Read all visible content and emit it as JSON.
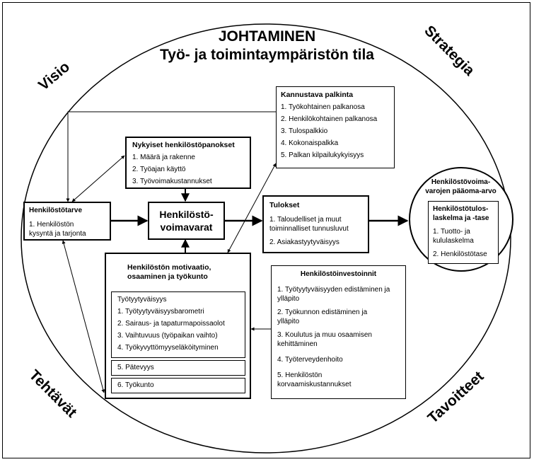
{
  "header": {
    "title": "JOHTAMINEN",
    "subtitle": "Työ- ja toimintaympäristön tila"
  },
  "corners": {
    "top_left": "Visio",
    "top_right": "Strategia",
    "bottom_left": "Tehtävät",
    "bottom_right": "Tavoitteet"
  },
  "tarve": {
    "title": "Henkilöstötarve",
    "item1": "1. Henkilöstön",
    "item1b": "kysyntä ja tarjonta"
  },
  "panokset": {
    "title": "Nykyiset henkilöstöpanokset",
    "items": [
      "1. Määrä ja rakenne",
      "2. Työajan käyttö",
      "3. Työvoimakustannukset"
    ]
  },
  "palkinta": {
    "title": "Kannustava palkinta",
    "items": [
      "1. Työkohtainen palkanosa",
      "2. Henkilökohtainen palkanosa",
      "3. Tulospalkkio",
      "4. Kokonaispalkka",
      "5. Palkan kilpailukykyisyys"
    ]
  },
  "voimavarat": {
    "line1": "Henkilöstö-",
    "line2": "voimavarat"
  },
  "tulokset": {
    "title": "Tulokset",
    "item1a": "1. Taloudelliset ja muut",
    "item1b": "toiminnalliset tunnusluvut",
    "item2": "2. Asiakastyytyväisyys"
  },
  "paaoma": {
    "title1": "Henkilöstövoima-",
    "title2": "varojen pääoma-arvo",
    "inner_title1": "Henkilöstötulos-",
    "inner_title2": "laskelma ja -tase",
    "item1a": "1. Tuotto- ja",
    "item1b": "kululaskelma",
    "item2": "2. Henkilöstötase"
  },
  "motivaatio": {
    "title1": "Henkilöstön motivaatio,",
    "title2": "osaaminen ja työkunto",
    "tyytyvaisyys_title": "Työtyytyväisyys",
    "items": [
      "1.  Työtyytyväisyysbarometri",
      "2.  Sairaus- ja tapaturmapoissaolot",
      "3.  Vaihtuvuus (työpaikan vaihto)",
      "4.  Työkyvyttömyyseläköityminen"
    ],
    "patevyys": "5. Pätevyys",
    "tyokunto": "6. Työkunto"
  },
  "investoinnit": {
    "title": "Henkilöstöinvestoinnit",
    "i1a": "1. Työtyytyväisyyden edistäminen ja",
    "i1b": "ylläpito",
    "i2a": "2. Työkunnon edistäminen ja",
    "i2b": "ylläpito",
    "i3a": "3. Koulutus ja muu osaamisen",
    "i3b": "kehittäminen",
    "i4": "4. Työterveydenhoito",
    "i5a": "5. Henkilöstön",
    "i5b": "korvaamiskustannukset"
  }
}
